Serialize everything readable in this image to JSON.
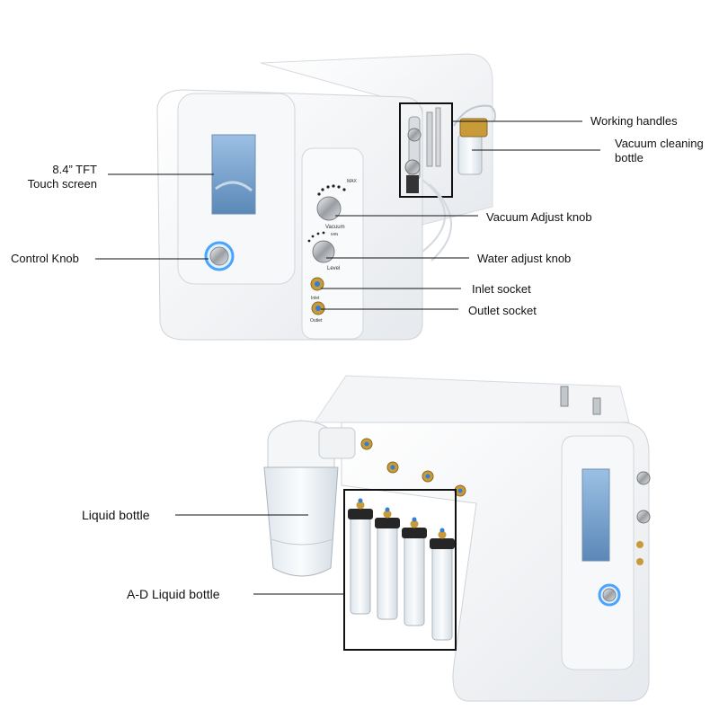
{
  "callouts": {
    "touch_screen": "8.4” TFT\nTouch screen",
    "control_knob": "Control Knob",
    "working_handles": "Working handles",
    "vacuum_bottle": "Vacuum cleaning\nbottle",
    "vacuum_knob": "Vacuum Adjust knob",
    "water_knob": "Water adjust knob",
    "inlet_socket": "Inlet socket",
    "outlet_socket": "Outlet socket",
    "liquid_bottle": "Liquid bottle",
    "ad_bottle": "A-D Liquid bottle"
  },
  "panel_marks": {
    "max": "MAX",
    "min": "MIN",
    "vacuum": "Vacuum",
    "level": "Level",
    "inlet": "Inlet",
    "outlet": "Outlet"
  },
  "colors": {
    "device_body": "#f2f4f6",
    "device_edge": "#d7dbe0",
    "screen": "#7fa7cf",
    "brass": "#c99a3a",
    "connector_blue": "#2f7fd6",
    "led_blue": "#4aa3ff",
    "leader_line": "#111111",
    "bottle": "#e9eef3"
  }
}
